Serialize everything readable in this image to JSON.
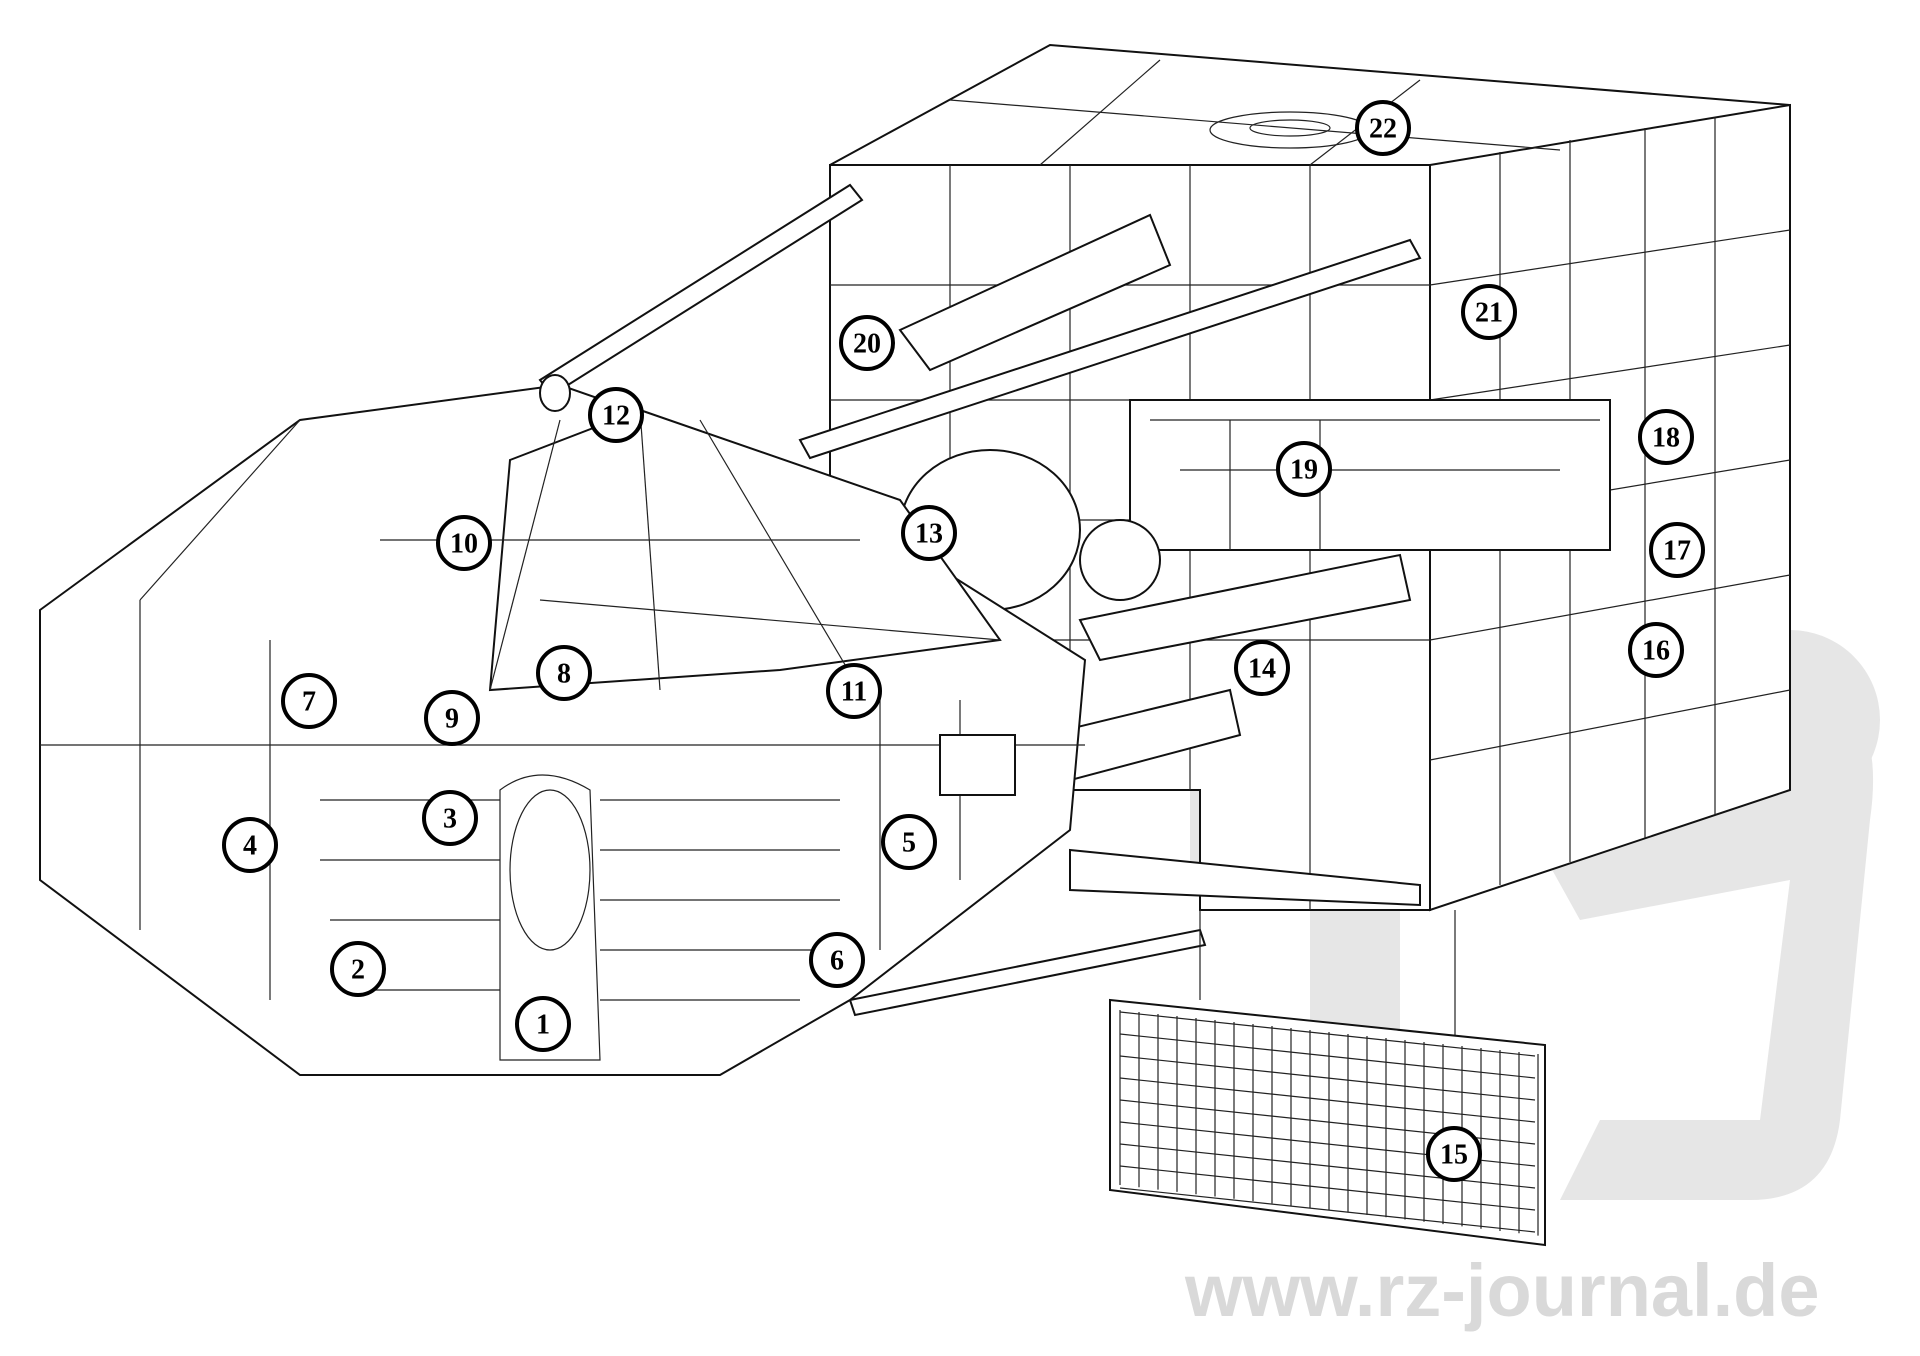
{
  "watermark": "www.rz-journal.de",
  "callouts": [
    "1",
    "2",
    "3",
    "4",
    "5",
    "6",
    "7",
    "8",
    "9",
    "10",
    "11",
    "12",
    "13",
    "14",
    "15",
    "16",
    "17",
    "18",
    "19",
    "20",
    "21",
    "22"
  ],
  "colors": {
    "line": "#111111",
    "watermark": "#d9d9d9",
    "background": "#ffffff"
  }
}
